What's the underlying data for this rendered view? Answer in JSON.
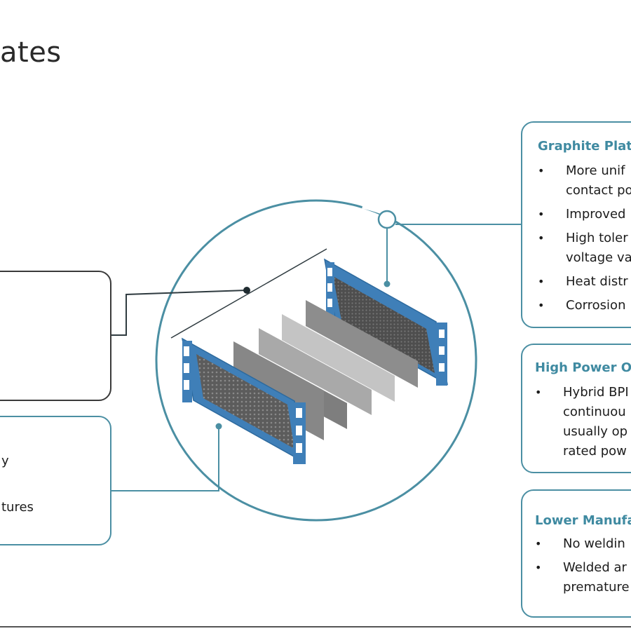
{
  "slide": {
    "title": "ates"
  },
  "left_boxes": {
    "lower_text_1": "y",
    "lower_text_2": "tures"
  },
  "right_boxes": [
    {
      "heading": "Graphite Plate",
      "bullets": [
        [
          "More unif",
          "contact po"
        ],
        [
          "Improved"
        ],
        [
          "High toler",
          "voltage va"
        ],
        [
          "Heat distr"
        ],
        [
          "Corrosion"
        ]
      ]
    },
    {
      "heading": "High Power Op",
      "bullets": [
        [
          "Hybrid BPI",
          "continuou",
          "usually op",
          "rated pow"
        ]
      ]
    },
    {
      "heading": "Lower Manufa",
      "bullets": [
        [
          "No weldin"
        ],
        [
          "Welded ar",
          "premature"
        ]
      ]
    }
  ],
  "colors": {
    "accent_teal": "#4b8fa3",
    "heading_teal": "#3f8aa1",
    "plate_blue": "#3f7fb8",
    "dark_line": "#2f3b40"
  }
}
